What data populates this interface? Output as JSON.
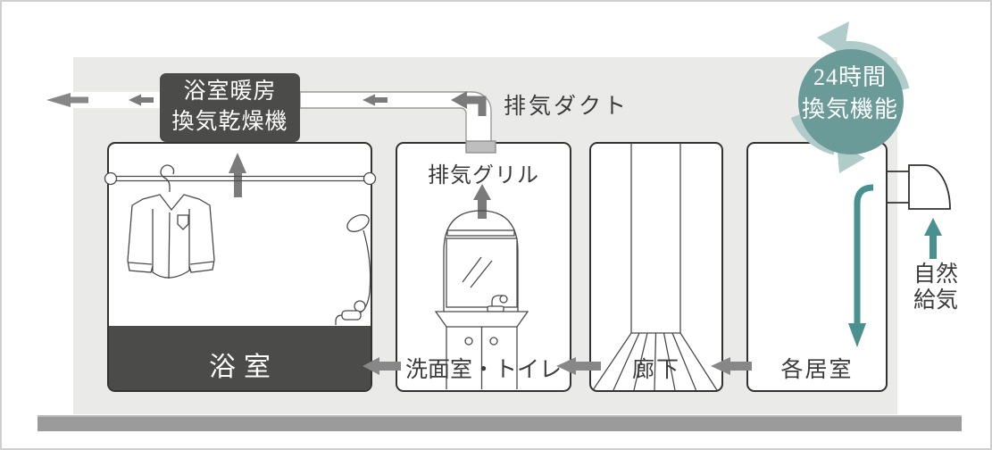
{
  "diagram": {
    "badge": {
      "line1": "24時間",
      "line2": "換気機能"
    },
    "unit": {
      "line1": "浴室暖房",
      "line2": "換気乾燥機"
    },
    "duct_label": "排気ダクト",
    "grill_label": "排気グリル",
    "rooms": {
      "bathroom": "浴室",
      "washroom": "洗面室・トイレ",
      "hallway": "廊下",
      "living": "各居室"
    },
    "supply": {
      "line1": "自然",
      "line2": "給気"
    },
    "colors": {
      "badge_teal": "#6A9B99",
      "badge_teal_light": "#AFCBCA",
      "flow_teal": "#49918F",
      "unit_dark": "#4B4B49",
      "arrow_gray": "#878787",
      "arrow_gray_dark": "#7B7B7B",
      "floor_gray": "#9B9B9B",
      "panel_bg": "#EAEAE9",
      "line_dark": "#32322F",
      "text_dark": "#3B3B3B"
    }
  }
}
